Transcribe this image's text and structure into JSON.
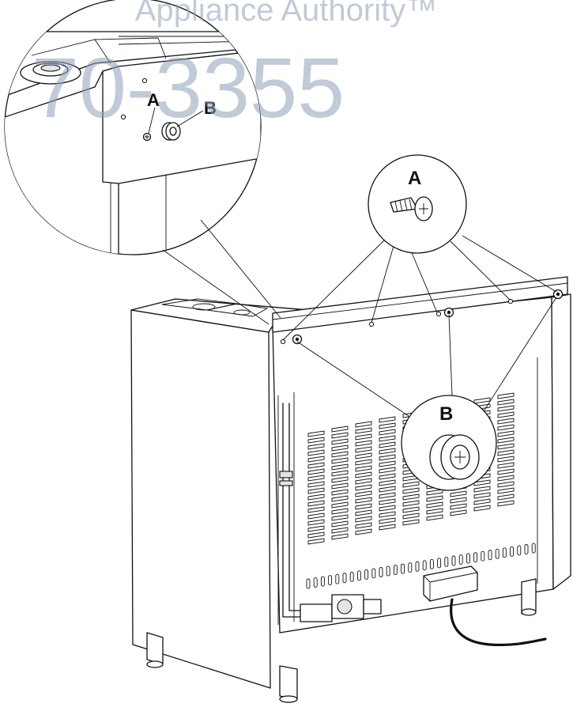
{
  "watermark": {
    "line1": "Appliance Authority™",
    "line2": "70-3355"
  },
  "labels": {
    "inset_a": "A",
    "inset_b": "B",
    "callout_a": "A",
    "callout_b": "B"
  }
}
